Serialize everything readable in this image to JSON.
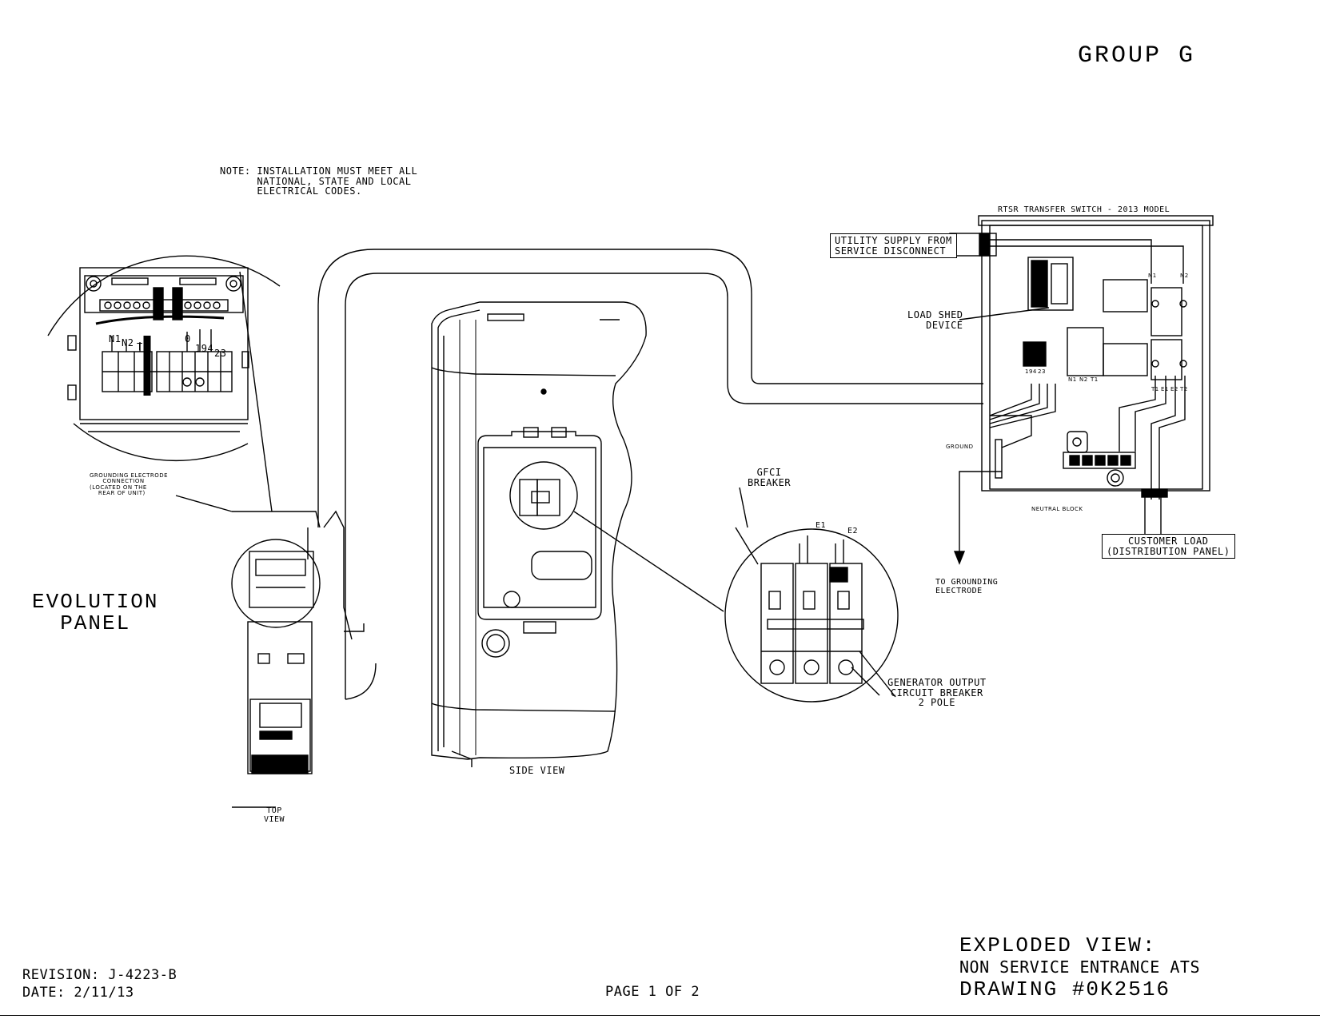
{
  "header": {
    "group": "GROUP G"
  },
  "notes": {
    "installation": "NOTE: INSTALLATION MUST MEET ALL\n      NATIONAL, STATE AND LOCAL\n      ELECTRICAL CODES."
  },
  "evolution_panel": {
    "title": "EVOLUTION\nPANEL",
    "terminal_labels": [
      "N1",
      "N2",
      "T1",
      "0",
      "194",
      "23"
    ],
    "grounding_note": "GROUNDING ELECTRODE\n      CONNECTION\n(LOCATED ON THE\n    REAR OF UNIT)",
    "top_view": "TOP\nVIEW"
  },
  "generator": {
    "side_view": "SIDE VIEW"
  },
  "breakers": {
    "gfci": "GFCI\nBREAKER",
    "e1": "E1",
    "e2": "E2",
    "output_breaker": "GENERATOR OUTPUT\nCIRCUIT BREAKER\n2 POLE"
  },
  "transfer_switch": {
    "title": "RTSR TRANSFER SWITCH - 2013 MODEL",
    "utility_supply": "UTILITY SUPPLY FROM\nSERVICE DISCONNECT",
    "load_shed": "LOAD SHED\nDEVICE",
    "ground": "GROUND",
    "neutral_block": "NEUTRAL BLOCK",
    "to_grounding": "TO GROUNDING\nELECTRODE",
    "customer_load": "CUSTOMER LOAD\n(DISTRIBUTION PANEL)",
    "terminals_top": [
      "N1",
      "N2"
    ],
    "terminals_contactor": [
      "N1",
      "N2",
      "T1"
    ],
    "terminals_bottom": [
      "T1",
      "E1",
      "E2",
      "T2"
    ],
    "lsd_terminals": [
      "194",
      "23"
    ]
  },
  "footer": {
    "revision": "REVISION: J-4223-B",
    "date": "DATE: 2/11/13",
    "page": "PAGE 1 OF 2",
    "view_title": "EXPLODED VIEW:",
    "view_subtitle": "NON SERVICE ENTRANCE ATS",
    "drawing": "DRAWING #0K2516"
  }
}
